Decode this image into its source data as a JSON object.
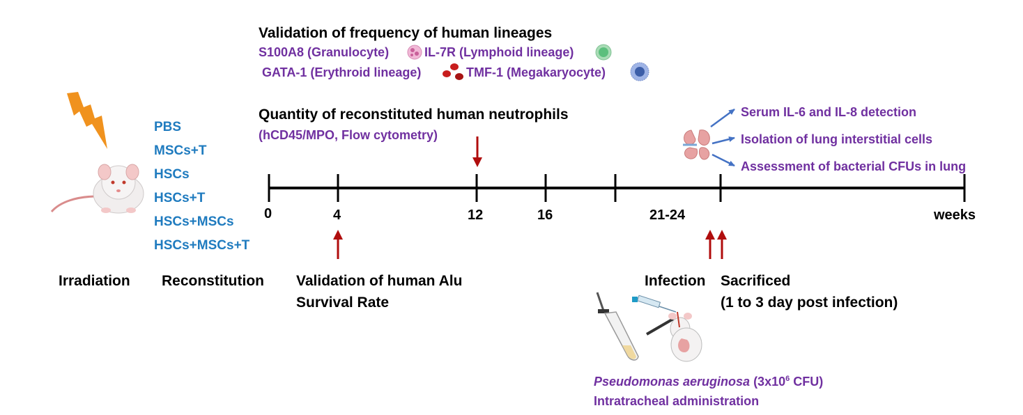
{
  "lineages": {
    "title": "Validation of frequency of human lineages",
    "line1_a": "S100A8 (Granulocyte)",
    "line1_b": "IL-7R (Lymphoid lineage)",
    "line2_a": "GATA-1 (Erythroid lineage)",
    "line2_b": "TMF-1 (Megakaryocyte)"
  },
  "neutrophils": {
    "title": "Quantity of reconstituted human neutrophils",
    "method": "(hCD45/MPO, Flow cytometry)"
  },
  "groups": [
    "PBS",
    "MSCs+T",
    "HSCs",
    "HSCs+T",
    "HSCs+MSCs",
    "HSCs+MSCs+T"
  ],
  "timeline": {
    "ticks": [
      "0",
      "4",
      "12",
      "16",
      "21-24"
    ],
    "unit": "weeks"
  },
  "stages": {
    "irradiation": "Irradiation",
    "reconstitution": "Reconstitution",
    "alu_line1": "Validation of human Alu",
    "alu_line2": "Survival Rate",
    "infection": "Infection",
    "sacrificed": "Sacrificed",
    "sacrificed_detail": "(1 to 3 day post infection)"
  },
  "outcomes": [
    "Serum IL-6 and IL-8 detection",
    "Isolation of lung interstitial cells",
    "Assessment of bacterial CFUs in lung"
  ],
  "pathogen": {
    "name": "Pseudomonas aeruginosa",
    "dose_prefix": " (3x10",
    "dose_exp": "6",
    "dose_suffix": " CFU)",
    "route": "Intratracheal administration"
  },
  "colors": {
    "purple_text": "#7030a0",
    "blue_text": "#1f7bbf",
    "arrow_red": "#b00d0d",
    "arrow_blue": "#4472c4",
    "lightning": "#f0921e"
  },
  "icons": [
    "lightning-icon",
    "mouse-icon",
    "granulocyte-icon",
    "lymphoid-cell-icon",
    "erythrocyte-icon",
    "megakaryocyte-icon",
    "lung-icon",
    "inoculation-tube-icon",
    "syringe-icon",
    "intubated-mouse-icon"
  ]
}
